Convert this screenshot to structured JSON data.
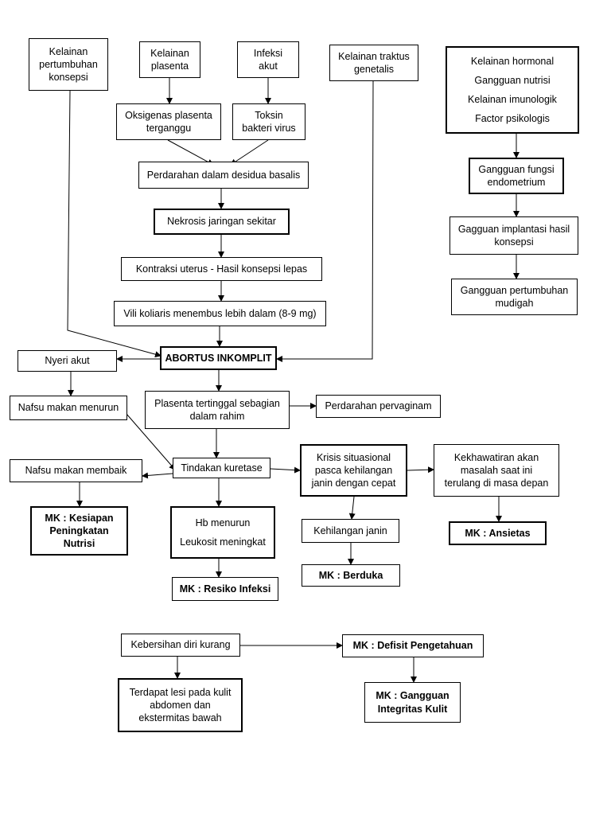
{
  "nodes": {
    "kelainan_pertumbuhan": [
      "Kelainan",
      "pertumbuhan",
      "konsepsi"
    ],
    "kelainan_plasenta": [
      "Kelainan",
      "plasenta"
    ],
    "infeksi_akut": [
      "Infeksi",
      "akut"
    ],
    "kelainan_traktus": [
      "Kelainan traktus",
      "genetalis"
    ],
    "faktor_lain": [
      "Kelainan hormonal",
      "Gangguan nutrisi",
      "Kelainan imunologik",
      "Factor psikologis"
    ],
    "oksigenas": [
      "Oksigenas plasenta",
      "terganggu"
    ],
    "toksin": [
      "Toksin",
      "bakteri virus"
    ],
    "gangguan_fungsi": [
      "Gangguan fungsi",
      "endometrium"
    ],
    "perdarahan_desidua": [
      "Perdarahan dalam desidua basalis"
    ],
    "gagguan_implantasi": [
      "Gagguan implantasi hasil",
      "konsepsi"
    ],
    "nekrosis": [
      "Nekrosis jaringan sekitar"
    ],
    "kontraksi": [
      "Kontraksi uterus - Hasil konsepsi lepas"
    ],
    "gangguan_pertumbuhan": [
      "Gangguan pertumbuhan",
      "mudigah"
    ],
    "vili": [
      "Vili koliaris menembus lebih dalam (8-9 mg)"
    ],
    "abortus": [
      "ABORTUS INKOMPLIT"
    ],
    "nyeri": [
      "Nyeri akut"
    ],
    "nafsu_menurun": [
      "Nafsu makan menurun"
    ],
    "plasenta_tertinggal": [
      "Plasenta tertinggal sebagian",
      "dalam rahim"
    ],
    "perdarahan_pervaginam": [
      "Perdarahan pervaginam"
    ],
    "nafsu_membaik": [
      "Nafsu makan membaik"
    ],
    "tindakan": [
      "Tindakan kuretase"
    ],
    "krisis": [
      "Krisis situasional",
      "pasca kehilangan",
      "janin dengan cepat"
    ],
    "kekhawatiran": [
      "Kekhawatiran akan",
      "masalah saat ini",
      "terulang di masa depan"
    ],
    "mk_nutrisi": [
      "MK : Kesiapan",
      "Peningkatan",
      "Nutrisi"
    ],
    "hb": [
      "Hb menurun",
      "Leukosit meningkat"
    ],
    "kehilangan": [
      "Kehilangan janin"
    ],
    "mk_ansietas": [
      "MK : Ansietas"
    ],
    "mk_berduka": [
      "MK : Berduka"
    ],
    "mk_infeksi": [
      "MK : Resiko Infeksi"
    ],
    "kebersihan": [
      "Kebersihan diri kurang"
    ],
    "mk_pengetahuan": [
      "MK : Defisit Pengetahuan"
    ],
    "lesi": [
      "Terdapat lesi pada kulit",
      "abdomen dan",
      "ekstermitas bawah"
    ],
    "mk_kulit": [
      "MK : Gangguan",
      "Integritas Kulit"
    ]
  },
  "colors": {
    "line": "#000000",
    "border": "#000000",
    "background": "#ffffff"
  }
}
